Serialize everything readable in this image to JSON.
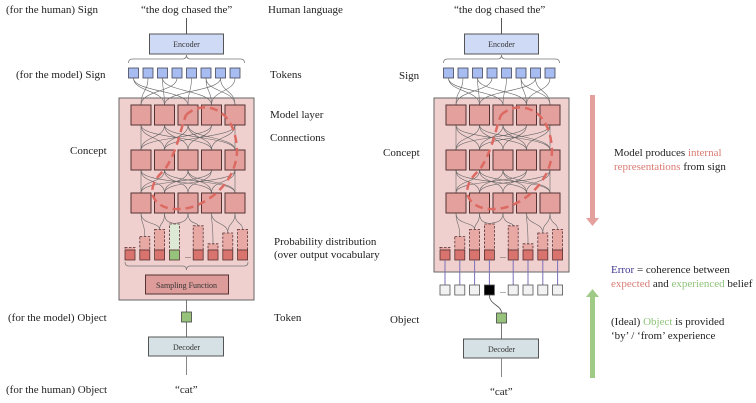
{
  "left": {
    "labels": {
      "human_sign": "(for the human) Sign",
      "model_sign": "(for the model) Sign",
      "concept": "Concept",
      "model_object": "(for the model) Object",
      "human_object": "(for the human) Object"
    },
    "input_text": "“the dog chased the”",
    "encoder": "Encoder",
    "sampling": "Sampling Function",
    "decoder": "Decoder",
    "output_text": "“cat”",
    "ellipsis": "...",
    "annotations": {
      "human_language": "Human language",
      "tokens": "Tokens",
      "model_layer": "Model layer",
      "connections": "Connections",
      "prob_dist_1": "Probability distribution",
      "prob_dist_2": "(over output vocabulary",
      "token": "Token"
    },
    "prob_values": [
      0.35,
      0.65,
      0.85,
      1.0,
      0.95,
      0.45,
      0.75,
      0.85
    ],
    "selected_index": 3
  },
  "right": {
    "labels": {
      "sign": "Sign",
      "concept": "Concept",
      "object": "Object"
    },
    "input_text": "“the dog chased the”",
    "encoder": "Encoder",
    "decoder": "Decoder",
    "output_text": "“cat”",
    "ellipsis": "...",
    "prob_values": [
      0.35,
      0.65,
      0.85,
      1.0,
      0.95,
      0.45,
      0.75,
      0.85
    ],
    "observed_index": 3
  },
  "side_notes": {
    "internal": {
      "pre": "Model produces ",
      "hl1": "internal",
      "hl2": "representations",
      "post": " from sign"
    },
    "error": {
      "word": "Error",
      "mid1": " = coherence between",
      "expected": "expected",
      "and": " and ",
      "experienced": "experienced",
      "post": " belief"
    },
    "ideal": {
      "pre": "(Ideal) ",
      "object": "Object",
      "post1": " is provided",
      "line2": "‘by’ / ‘from’ experience"
    }
  },
  "colors": {
    "token_blue": "#a7bdf2",
    "node_red": "#e3a09d",
    "concept_bg": "#f0d0cf",
    "bar_dark": "#d9736d",
    "selected_green": "#96c27c",
    "decoder_bg": "#d6e1e5",
    "arrow_pink": "#e3a09d",
    "arrow_green": "#9fcb86",
    "error_blue": "#3e3a8f"
  }
}
